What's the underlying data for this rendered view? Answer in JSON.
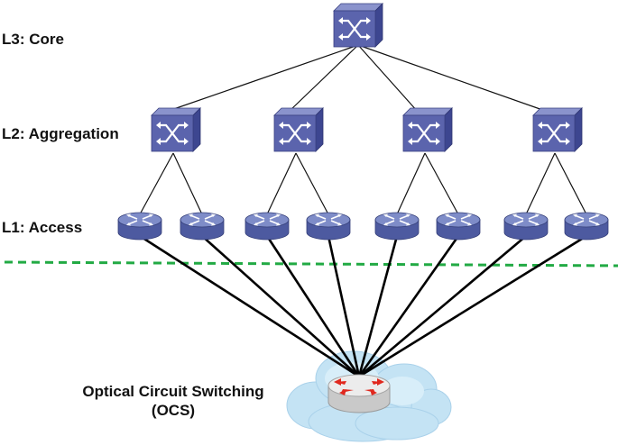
{
  "layers": {
    "core": "L3: Core",
    "aggregation": "L2: Aggregation",
    "access": "L1: Access"
  },
  "ocs": {
    "line1": "Optical Circuit Switching",
    "line2": "(OCS)"
  },
  "counts": {
    "core_switches": 1,
    "aggregation_switches": 4,
    "access_routers": 8
  },
  "colors": {
    "switch_front": "#5b64ad",
    "router_body": "#6a78b8",
    "links": "#000000",
    "boundary_dash": "#22aa44",
    "cloud": "#bfe0f2",
    "ocs_router": "#e8e8e8",
    "ocs_arrows": "#e0281e"
  },
  "icons": {
    "switch": "network-switch-icon",
    "router": "router-icon",
    "cloud": "cloud-icon"
  }
}
